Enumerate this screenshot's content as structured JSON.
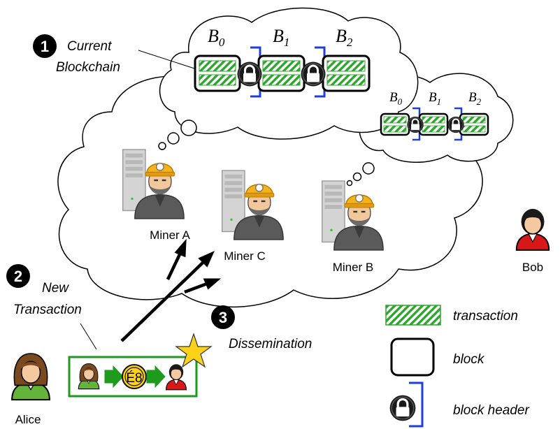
{
  "steps": [
    {
      "number": "1",
      "label_lines": [
        "Current",
        "Blockchain"
      ]
    },
    {
      "number": "2",
      "label_lines": [
        "New",
        "Transaction"
      ]
    },
    {
      "number": "3",
      "label_lines": [
        "Dissemination"
      ]
    }
  ],
  "blocks": [
    "B",
    "B",
    "B"
  ],
  "block_subscripts": [
    "0",
    "1",
    "2"
  ],
  "miners": [
    "Miner A",
    "Miner C",
    "Miner B"
  ],
  "users": {
    "alice": "Alice",
    "bob": "Bob"
  },
  "coin_label": "É8",
  "legend": {
    "transaction": "transaction",
    "block": "block",
    "block_header": "block header"
  },
  "colors": {
    "transaction_green": "#2ea62e",
    "header_blue": "#1f3fd6",
    "star": "#ffd21a",
    "coin": "#ffd21a",
    "frame_green": "#1e9a1e"
  }
}
